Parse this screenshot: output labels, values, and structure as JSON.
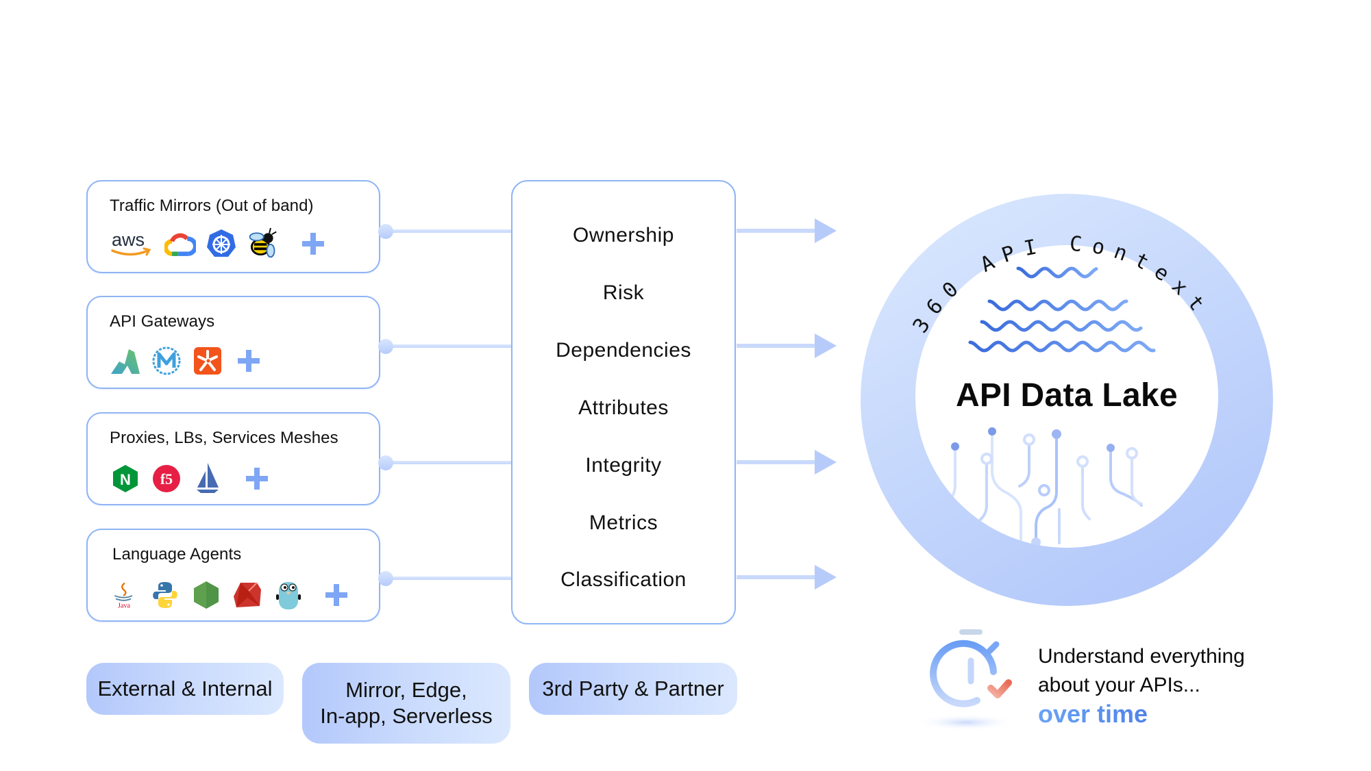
{
  "sources": [
    {
      "title": "Traffic Mirrors (Out of band)",
      "icons": [
        "aws-icon",
        "google-cloud-icon",
        "kubernetes-icon",
        "zeek-bee-icon",
        "plus-icon"
      ],
      "icon_labels": {
        "aws": "aws"
      }
    },
    {
      "title": "API Gateways",
      "icons": [
        "kong-icon",
        "mulesoft-icon",
        "apigee-star-icon",
        "plus-icon"
      ]
    },
    {
      "title": "Proxies, LBs, Services Meshes",
      "icons": [
        "nginx-icon",
        "f5-icon",
        "istio-sail-icon",
        "plus-icon"
      ],
      "icon_labels": {
        "nginx": "N",
        "f5": "f5"
      }
    },
    {
      "title": "Language Agents",
      "icons": [
        "java-icon",
        "python-icon",
        "nodejs-icon",
        "ruby-icon",
        "go-gopher-icon",
        "plus-icon"
      ],
      "icon_labels": {
        "java": "Java"
      }
    }
  ],
  "context_items": [
    "Ownership",
    "Risk",
    "Dependencies",
    "Attributes",
    "Integrity",
    "Metrics",
    "Classification"
  ],
  "data_lake": {
    "ring_label": "360 API Context",
    "title": "API Data Lake"
  },
  "categories": [
    {
      "label_lines": [
        "External & Internal"
      ]
    },
    {
      "label_lines": [
        "Mirror, Edge,",
        "In-app, Serverless"
      ]
    },
    {
      "label_lines": [
        "3rd Party & Partner"
      ]
    }
  ],
  "tagline": {
    "line1": "Understand everything",
    "line2": "about your APIs...",
    "accent": "over time"
  },
  "colors": {
    "box_border": "#8fb4f5",
    "ring_light": "#dce9fe",
    "ring_dark": "#aec4fa",
    "wave_dark": "#3f6fdc",
    "wave_light": "#7fa8f4",
    "accent_text": "#5b8ff0",
    "plus": "#7ea6f4"
  }
}
